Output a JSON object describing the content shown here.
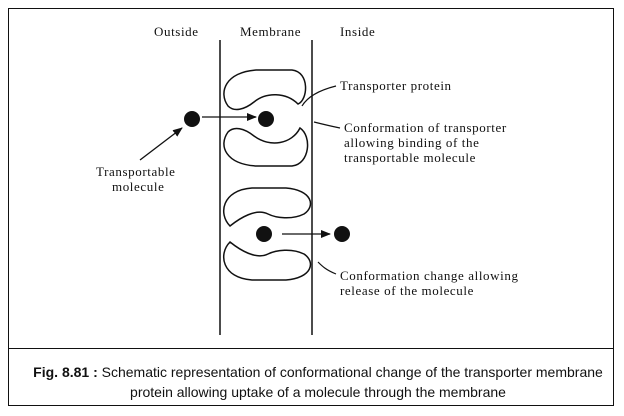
{
  "headers": {
    "outside": "Outside",
    "membrane": "Membrane",
    "inside": "Inside"
  },
  "labels": {
    "transporter_protein": "Transporter protein",
    "binding_conformation": [
      "Conformation of transporter",
      "allowing binding of the",
      "transportable molecule"
    ],
    "transportable_molecule": [
      "Transportable",
      "molecule"
    ],
    "release_conformation": [
      "Conformation change allowing",
      "release of the molecule"
    ]
  },
  "caption": {
    "figure_number": "Fig. 8.81 :",
    "text": "Schematic representation of conformational change of the transporter membrane protein allowing uptake of a molecule through the membrane"
  }
}
